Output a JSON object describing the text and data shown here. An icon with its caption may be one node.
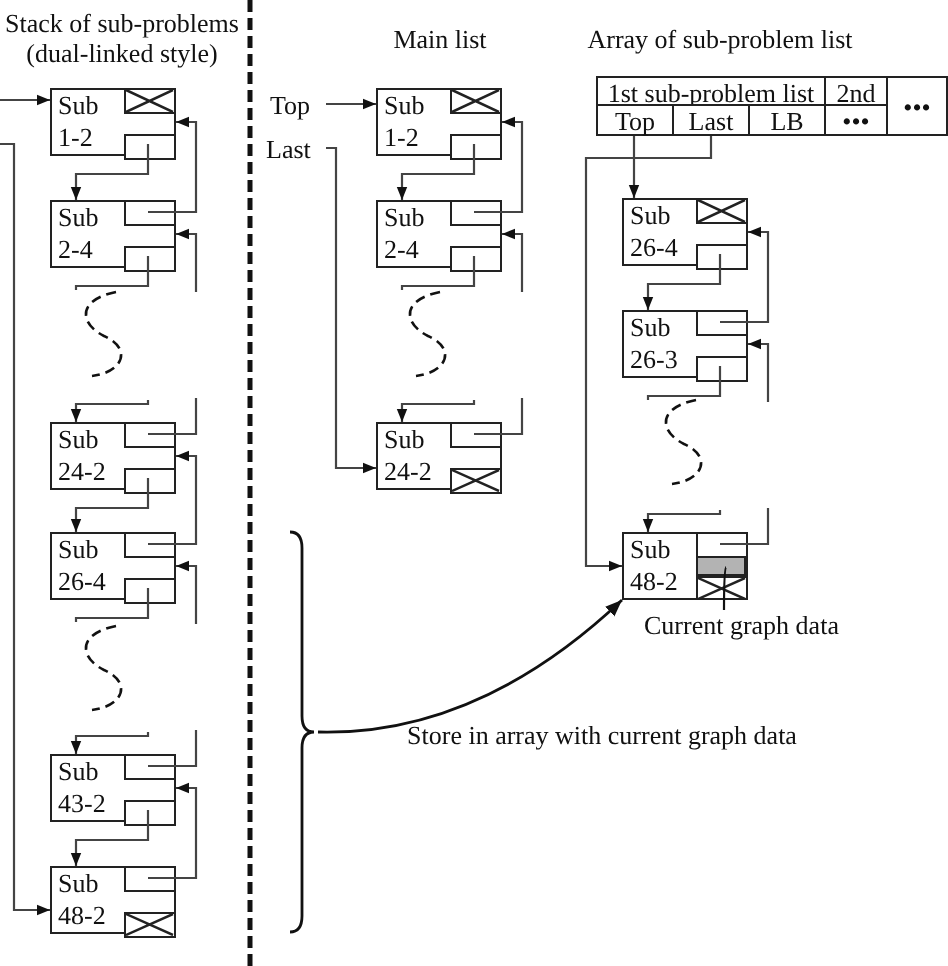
{
  "diagram": {
    "nodes": [
      {
        "text": [
          "Sub 1-2"
        ]
      },
      {
        "text": [
          "Sub 2-4"
        ]
      },
      {
        "text": [
          "Sub 24-2"
        ]
      },
      {
        "text": [
          "Sub 26-4"
        ]
      },
      {
        "text": [
          "Sub 43-2"
        ]
      },
      {
        "text": [
          "Sub 48-2"
        ]
      },
      {
        "text": [
          "Top"
        ]
      },
      {
        "text": [
          "Last"
        ]
      },
      {
        "text": [
          "Sub 1-2"
        ]
      },
      {
        "text": [
          "Sub 2-4"
        ]
      },
      {
        "text": [
          "Sub 24-2"
        ]
      },
      {
        "text": [],
        "shape": "brace"
      },
      {
        "text": [
          "1st sub-problem list"
        ]
      },
      {
        "text": [
          "2nd"
        ]
      },
      {
        "text": [
          "•••"
        ]
      },
      {
        "text": [
          "Top"
        ]
      },
      {
        "text": [
          "Last"
        ]
      },
      {
        "text": [
          "LB"
        ]
      },
      {
        "text": [
          "•••"
        ]
      },
      {
        "text": [
          "Sub 26-4"
        ]
      },
      {
        "text": [
          "Sub 26-3"
        ]
      },
      {
        "text": [
          "Sub 48-2"
        ]
      },
      {
        "text": [],
        "shape": "box",
        "in": 21
      },
      {
        "text": [
          "Current graph data"
        ]
      }
    ],
    "edges": [
      {
        "from": null,
        "to": 0,
        "arrow": "to"
      },
      {
        "from": null,
        "to": 5,
        "arrow": "to"
      },
      {
        "from": 0,
        "to": 1,
        "arrow": "to"
      },
      {
        "from": 1,
        "to": 0,
        "arrow": "to"
      },
      {
        "from": 1,
        "to": null,
        "arrow": "none"
      },
      {
        "from": null,
        "to": 2,
        "arrow": "to"
      },
      {
        "from": 2,
        "to": null,
        "arrow": "none"
      },
      {
        "from": null,
        "to": 1,
        "arrow": "to"
      },
      {
        "from": 2,
        "to": 3,
        "arrow": "to"
      },
      {
        "from": 3,
        "to": 2,
        "arrow": "to"
      },
      {
        "from": 3,
        "to": null,
        "arrow": "none"
      },
      {
        "from": null,
        "to": 4,
        "arrow": "to"
      },
      {
        "from": 4,
        "to": null,
        "arrow": "none"
      },
      {
        "from": null,
        "to": 3,
        "arrow": "to"
      },
      {
        "from": 4,
        "to": 5,
        "arrow": "to"
      },
      {
        "from": 5,
        "to": 4,
        "arrow": "to"
      },
      {
        "from": 6,
        "to": 8,
        "arrow": "to"
      },
      {
        "from": 7,
        "to": 10,
        "arrow": "to"
      },
      {
        "from": 8,
        "to": 9,
        "arrow": "to"
      },
      {
        "from": 9,
        "to": 8,
        "arrow": "to"
      },
      {
        "from": 9,
        "to": null,
        "arrow": "none"
      },
      {
        "from": null,
        "to": 10,
        "arrow": "to"
      },
      {
        "from": 10,
        "to": null,
        "arrow": "none"
      },
      {
        "from": null,
        "to": 9,
        "arrow": "to"
      },
      {
        "from": 11,
        "to": 21,
        "arrow": "to"
      },
      {
        "from": 15,
        "to": 19,
        "arrow": "to"
      },
      {
        "from": 16,
        "to": 21,
        "arrow": "to"
      },
      {
        "from": 19,
        "to": 20,
        "arrow": "to"
      },
      {
        "from": 20,
        "to": 19,
        "arrow": "to"
      },
      {
        "from": 20,
        "to": null,
        "arrow": "none"
      },
      {
        "from": null,
        "to": 21,
        "arrow": "to"
      },
      {
        "from": 21,
        "to": null,
        "arrow": "none"
      },
      {
        "from": null,
        "to": 20,
        "arrow": "to"
      },
      {
        "from": 23,
        "to": 22,
        "arrow": "none"
      }
    ],
    "labels": [
      "Stack of sub-problems (dual-linked style)",
      "Main list",
      "Array of sub-problem list",
      "Store in array with current graph data"
    ]
  }
}
